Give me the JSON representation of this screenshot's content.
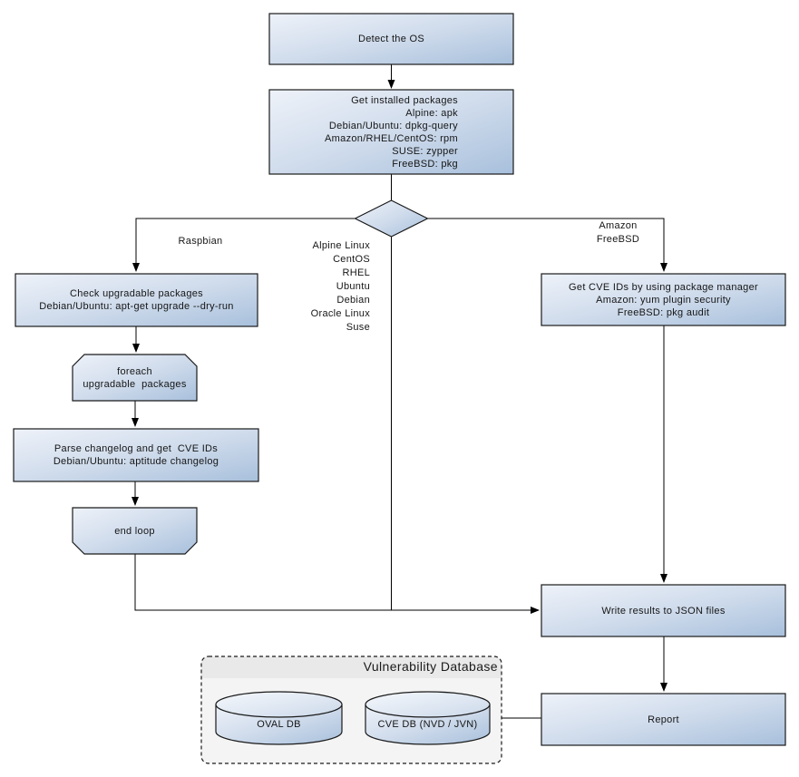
{
  "diagram": {
    "type": "flowchart",
    "nodes": {
      "detect": {
        "label": "Detect the OS"
      },
      "get_installed": {
        "label": "Get installed packages\nAlpine: apk\nDebian/Ubuntu: dpkg-query\nAmazon/RHEL/CentOS: rpm\nSUSE: zypper\nFreeBSD: pkg"
      },
      "decision": {
        "label": ""
      },
      "check_upgradable": {
        "label": "Check upgradable packages\nDebian/Ubuntu: apt-get upgrade --dry-run"
      },
      "foreach_loop": {
        "label": "foreach\nupgradable  packages"
      },
      "parse_changelog": {
        "label": "Parse changelog and get  CVE IDs\nDebian/Ubuntu: aptitude changelog"
      },
      "end_loop": {
        "label": "end loop"
      },
      "get_cve_ids": {
        "label": "Get CVE IDs by using package manager\nAmazon: yum plugin security\nFreeBSD: pkg audit"
      },
      "write_results": {
        "label": "Write results to JSON files"
      },
      "report": {
        "label": "Report"
      },
      "oval_db": {
        "label": "OVAL DB"
      },
      "cve_db": {
        "label": "CVE DB (NVD / JVN)"
      }
    },
    "edge_labels": {
      "left_branch": "Raspbian",
      "middle_branch": "Alpine Linux\nCentOS\nRHEL\nUbuntu\nDebian\nOracle Linux\nSuse",
      "right_branch": "Amazon\nFreeBSD"
    },
    "group": {
      "title": "Vulnerability Database"
    },
    "colors": {
      "node_gradient_start": "#eef2f9",
      "node_gradient_end": "#a8c0dc",
      "cylinder_top_start": "#f5f8fc",
      "cylinder_top_end": "#ccd9ea",
      "node_border": "#1a1a1a",
      "edge_line": "#000000",
      "group_fill": "#f4f4f4",
      "group_header_fill": "#e9e9e9",
      "text": "#161616"
    }
  }
}
